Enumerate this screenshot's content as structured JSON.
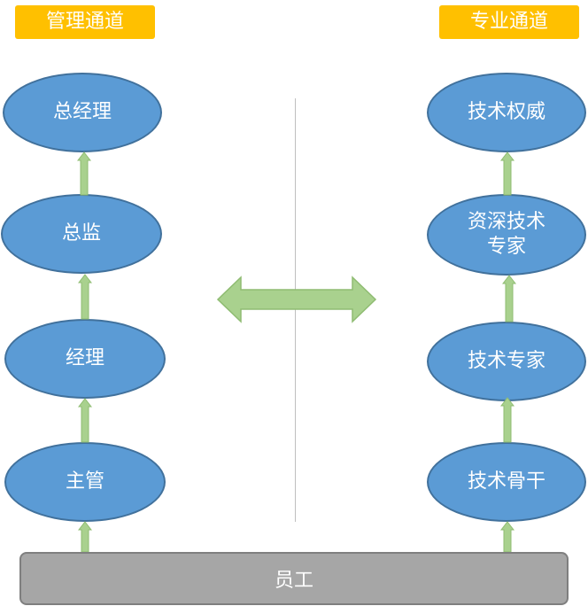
{
  "headers": {
    "management_track": "管理通道",
    "professional_track": "专业通道"
  },
  "management_nodes": [
    "总经理",
    "总监",
    "经理",
    "主管"
  ],
  "professional_nodes": [
    "技术权威",
    "资深技术",
    "专家",
    "技术专家",
    "技术骨干"
  ],
  "base": {
    "label": "员工"
  },
  "colors": {
    "badge": "#ffc000",
    "node_fill": "#5b9bd5",
    "node_border": "#41719c",
    "arrow_fill": "#a9d18e",
    "arrow_stroke": "#8fbc72",
    "base_fill": "#a6a6a6",
    "divider": "#bfbfbf"
  }
}
